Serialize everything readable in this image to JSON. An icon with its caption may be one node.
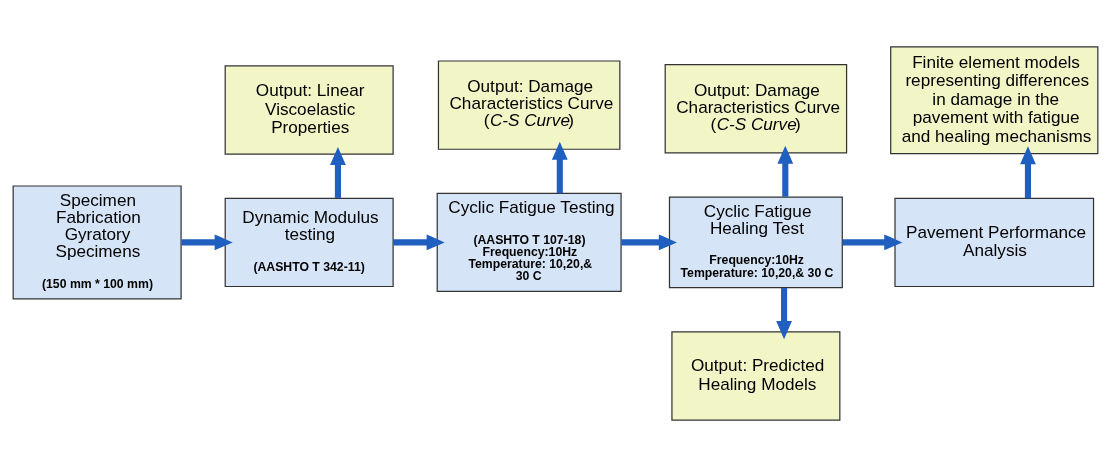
{
  "diagram": {
    "nodes": [
      {
        "text": [
          "Specimen Fabrication Gyratory Specimens",
          "(150 mm * 100 mm)"
        ]
      },
      {
        "text": [
          "Output: Linear Viscoelastic Properties"
        ]
      },
      {
        "text": [
          "Dynamic Modulus testing",
          "(AASHTO T 342-11)"
        ]
      },
      {
        "text": [
          "Output: Damage Characteristics Curve (*C-S Curve*)"
        ]
      },
      {
        "text": [
          "Cyclic Fatigue Testing",
          "(AASHTO T 107-18) Frequency:10Hz Temperature: 10,20,& 30 C"
        ]
      },
      {
        "text": [
          "Output: Damage Characteristics Curve (*C-S Curve*)"
        ]
      },
      {
        "text": [
          "Cyclic Fatigue Healing Test",
          "Frequency:10Hz Temperature: 10,20,& 30 C"
        ]
      },
      {
        "text": [
          "Output: Predicted Healing Models"
        ]
      },
      {
        "text": [
          "Finite element models representing differences in damage in the pavement with fatigue and healing mechanisms"
        ]
      },
      {
        "text": [
          "Pavement Performance Analysis"
        ]
      }
    ],
    "edges": [
      {
        "from": 0,
        "to": 2,
        "arrow": "to"
      },
      {
        "from": 2,
        "to": 1,
        "arrow": "to"
      },
      {
        "from": 2,
        "to": 4,
        "arrow": "to"
      },
      {
        "from": 4,
        "to": 3,
        "arrow": "to"
      },
      {
        "from": 4,
        "to": 6,
        "arrow": "to"
      },
      {
        "from": 6,
        "to": 5,
        "arrow": "to"
      },
      {
        "from": 6,
        "to": 7,
        "arrow": "to"
      },
      {
        "from": 6,
        "to": 9,
        "arrow": "to"
      },
      {
        "from": 9,
        "to": 8,
        "arrow": "to"
      }
    ]
  }
}
